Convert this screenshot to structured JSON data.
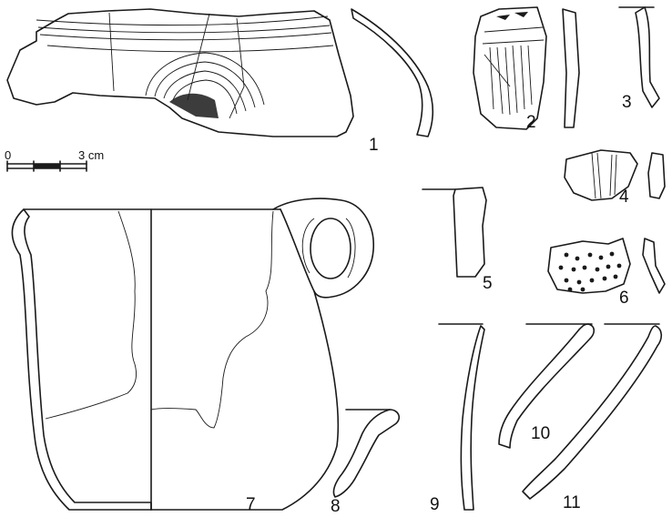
{
  "figure_labels": {
    "n1": "1",
    "n2": "2",
    "n3": "3",
    "n4": "4",
    "n5": "5",
    "n6": "6",
    "n7": "7",
    "n8": "8",
    "n9": "9",
    "n10": "10",
    "n11": "11"
  },
  "scale_bar": {
    "start_label": "0",
    "end_label": "3 cm"
  },
  "colors": {
    "ink": "#1a1a1a",
    "background": "#ffffff"
  }
}
